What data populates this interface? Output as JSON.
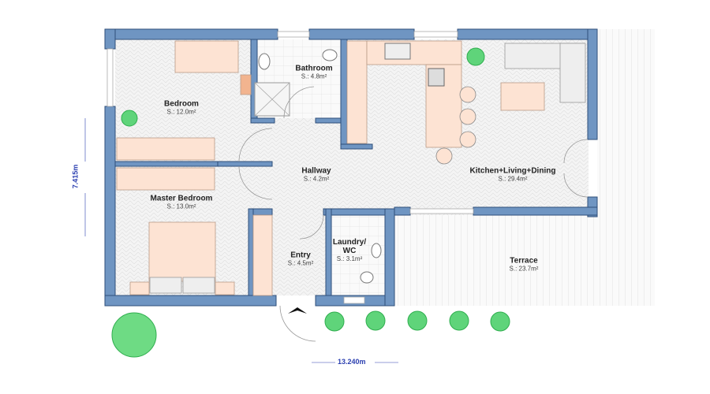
{
  "rooms": [
    {
      "name": "Bedroom",
      "area": "S.: 12.0m²"
    },
    {
      "name": "Bathroom",
      "area": "S.: 4.8m²"
    },
    {
      "name": "Hallway",
      "area": "S.: 4.2m²"
    },
    {
      "name": "Kitchen+Living+Dining",
      "area": "S.: 29.4m²"
    },
    {
      "name": "Master Bedroom",
      "area": "S.: 13.0m²"
    },
    {
      "name": "Entry",
      "area": "S.: 4.5m²"
    },
    {
      "name": "Laundry/\nWC",
      "area": "S.: 3.1m²"
    },
    {
      "name": "Terrace",
      "area": "S.: 23.7m²"
    }
  ],
  "dimensions": {
    "height": "7.415m",
    "width": "13.240m"
  },
  "colors": {
    "wall": "#6f95c2",
    "wall_edge": "#2f4f7a",
    "furniture": "#fde3d3",
    "plant": "#4ccf6a",
    "dimension": "#2b3fb0"
  }
}
